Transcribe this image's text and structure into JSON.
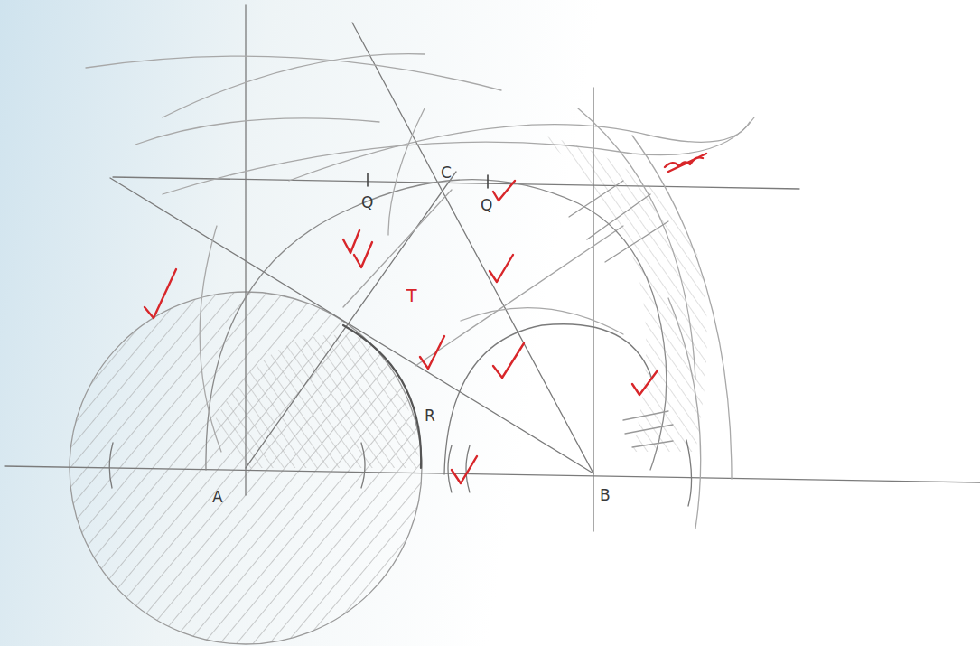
{
  "diagram": {
    "labels": [
      "Q",
      "C",
      "Q",
      "T",
      "R",
      "A",
      "B"
    ]
  }
}
